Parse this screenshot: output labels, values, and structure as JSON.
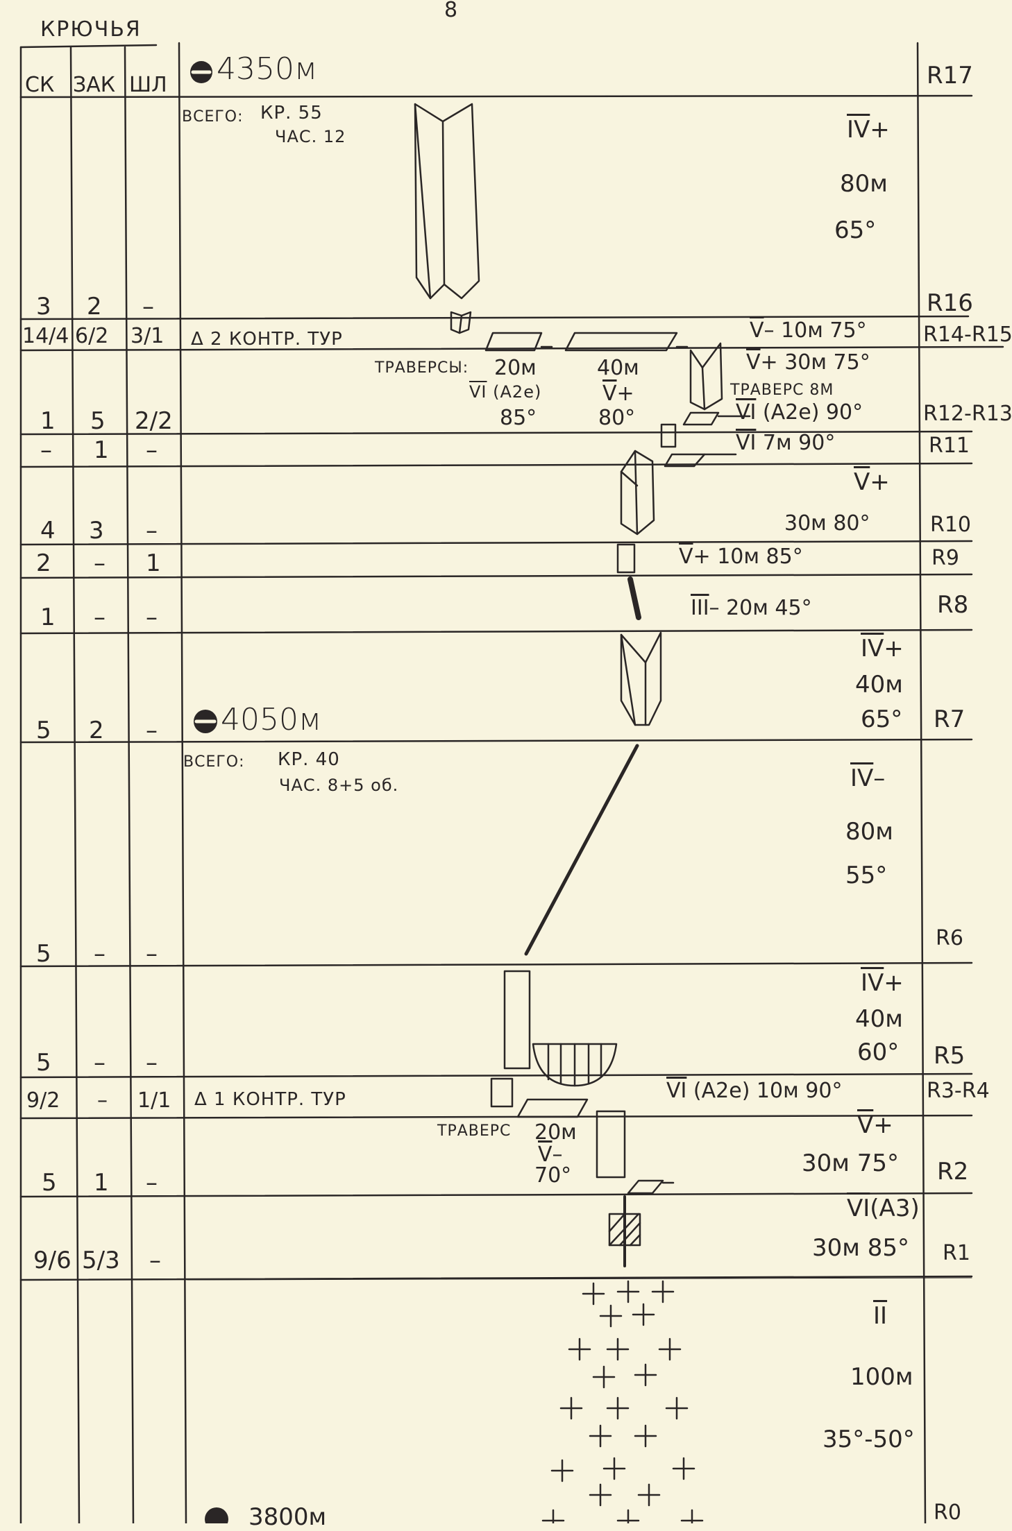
{
  "page_number": "8",
  "title": "КРЮЧЬЯ",
  "headers": {
    "sk": "СК",
    "zak": "ЗАК",
    "shl": "ШЛ",
    "ref": "R17"
  },
  "altitudes": {
    "top": "4350м",
    "mid": "4050м",
    "bottom": "3800м"
  },
  "summary_top": {
    "label": "ВСЕГО:",
    "kr": "КР. 55",
    "chas": "ЧАС. 12"
  },
  "summary_mid": {
    "label": "ВСЕГО:",
    "kr": "КР. 40",
    "chas": "ЧАС. 8+5 об."
  },
  "markers": {
    "kontr_tur_2": "Δ 2 КОНТР. ТУР",
    "kontr_tur_1": "Δ 1 КОНТР. ТУР",
    "travers_top_label": "ТРАВЕРСЫ:",
    "travers_low_label": "ТРАВЕРС"
  },
  "rows": [
    {
      "ref": "R16",
      "sk": "3",
      "zak": "2",
      "shl": "–"
    },
    {
      "ref": "R14-R15",
      "sk": "14/4",
      "zak": "6/2",
      "shl": "3/1"
    },
    {
      "ref": "R12-R13",
      "sk": "1",
      "zak": "5",
      "shl": "2/2"
    },
    {
      "ref": "R11",
      "sk": "–",
      "zak": "1",
      "shl": "–"
    },
    {
      "ref": "R10",
      "sk": "4",
      "zak": "3",
      "shl": "–"
    },
    {
      "ref": "R9",
      "sk": "2",
      "zak": "–",
      "shl": "1"
    },
    {
      "ref": "R8",
      "sk": "1",
      "zak": "–",
      "shl": "–"
    },
    {
      "ref": "R7",
      "sk": "5",
      "zak": "2",
      "shl": "–"
    },
    {
      "ref": "R6",
      "sk": "5",
      "zak": "–",
      "shl": "–"
    },
    {
      "ref": "R5",
      "sk": "5",
      "zak": "–",
      "shl": "–"
    },
    {
      "ref": "R3-R4",
      "sk": "9/2",
      "zak": "–",
      "shl": "1/1"
    },
    {
      "ref": "R2",
      "sk": "5",
      "zak": "1",
      "shl": "–"
    },
    {
      "ref": "R1",
      "sk": "9/6",
      "zak": "5/3",
      "shl": "–"
    },
    {
      "ref": "R0"
    }
  ],
  "pitches": {
    "r17_grade": "IV",
    "r17_plus": "+",
    "r17_len": "80м",
    "r17_angle": "65°",
    "r15_grade": "V",
    "r15_rest": "– 10м 75°",
    "r14_grade": "V",
    "r14_rest": "+ 30м 75°",
    "trav1_len": "20м",
    "trav1_grade": "VI",
    "trav1_aid": "(А2е)",
    "trav1_angle": "85°",
    "trav2_len": "40м",
    "trav2_grade": "V",
    "trav2_plus": "+",
    "trav2_angle": "80°",
    "trav3": "ТРАВЕРС 8М",
    "r12_grade": "VI",
    "r12_rest": "(А2е) 90°",
    "r11_grade": "VI",
    "r11_rest": "7м 90°",
    "r10_grade": "V",
    "r10_plus": "+",
    "r10_rest": "30м 80°",
    "r9_grade": "V",
    "r9_rest": "+ 10м 85°",
    "r8_grade": "III",
    "r8_rest": "– 20м 45°",
    "r7_grade": "IV",
    "r7_plus": "+",
    "r7_len": "40м",
    "r7_angle": "65°",
    "r6_grade": "IV",
    "r6_minus": "–",
    "r6_len": "80м",
    "r6_angle": "55°",
    "r5_grade": "IV",
    "r5_plus": "+",
    "r5_len": "40м",
    "r5_angle": "60°",
    "r4_grade": "VI",
    "r4_rest": "(А2е) 10м 90°",
    "trav4_len": "20м",
    "trav4_grade": "V",
    "trav4_minus": "–",
    "trav4_angle": "70°",
    "r2_grade": "V",
    "r2_plus": "+",
    "r2_rest": "30м 75°",
    "r1_grade": "VI",
    "r1_aid": "(А3)",
    "r1_rest": "30м 85°",
    "r0_grade": "II",
    "r0_len": "100м",
    "r0_angle": "35°-50°"
  }
}
